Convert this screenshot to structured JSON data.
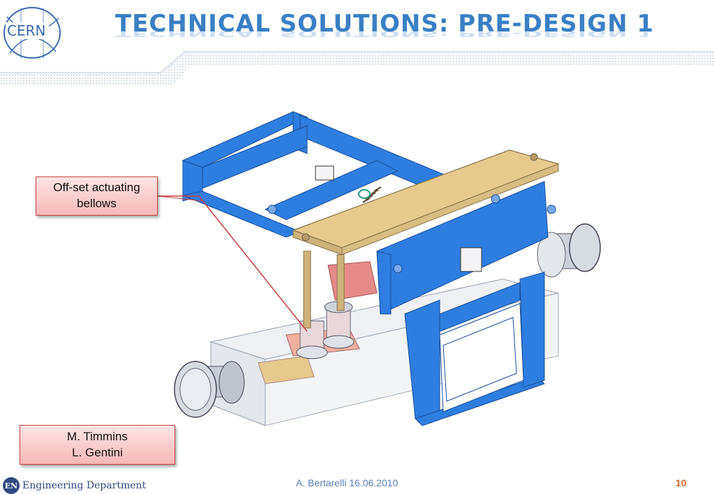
{
  "header": {
    "title": "TECHNICAL SOLUTIONS: PRE-DESIGN 1",
    "logo_text": "CERN",
    "accent_color": "#3a7fc4"
  },
  "callouts": [
    {
      "lines": [
        "Off-set actuating",
        "bellows"
      ]
    },
    {
      "lines": [
        "M. Timmins",
        "L. Gentini"
      ]
    }
  ],
  "footer": {
    "badge": "EN",
    "department": "Engineering Department",
    "author_date": "A. Bertarelli 16.06.2010",
    "page_number": "10"
  },
  "figure": {
    "icon": "cad-assembly-icon",
    "frame_color": "#2f7de0",
    "plate_color": "#e6c98d",
    "bracket_color": "#e58a8a"
  }
}
